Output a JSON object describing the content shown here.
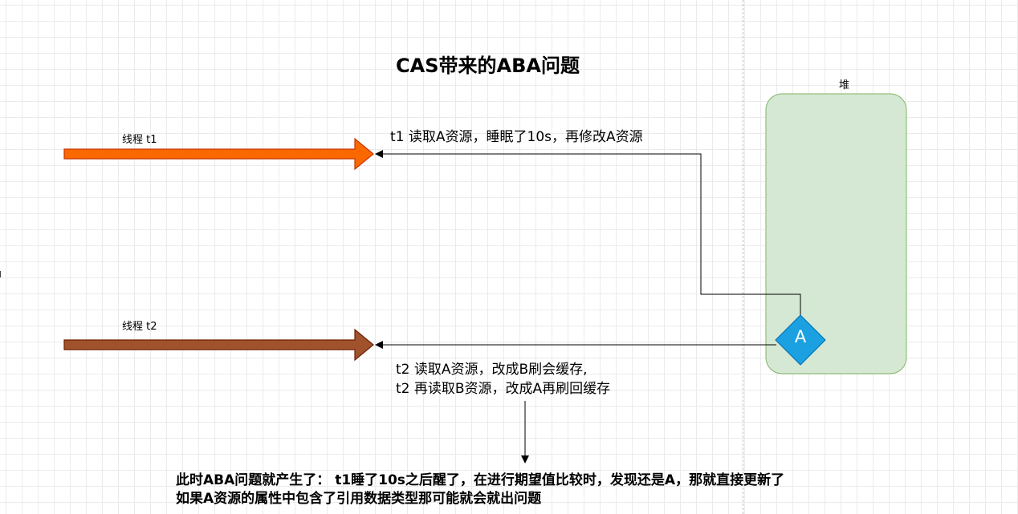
{
  "title": "CAS带来的ABA问题",
  "heap": {
    "label": "堆",
    "fill": "#d5e8d4",
    "stroke": "#82b366"
  },
  "threads": [
    {
      "label": "线程 t1",
      "color": "#fa6800",
      "stroke": "#c73500"
    },
    {
      "label": "线程 t2",
      "color": "#a0522d",
      "stroke": "#6d1f00"
    }
  ],
  "resource_node": {
    "label": "A",
    "fill": "#1ba1e2",
    "stroke": "#006eaf"
  },
  "notes": {
    "t1": "t1 读取A资源，睡眠了10s，再修改A资源",
    "t2_line1": "t2 读取A资源，改成B刷会缓存,",
    "t2_line2": "t2 再读取B资源，改成A再刷回缓存"
  },
  "conclusion": {
    "line1": "此时ABA问题就产生了： t1睡了10s之后醒了，在进行期望值比较时，发现还是A，那就直接更新了",
    "line2": "如果A资源的属性中包含了引用数据类型那可能就会就出问题"
  }
}
